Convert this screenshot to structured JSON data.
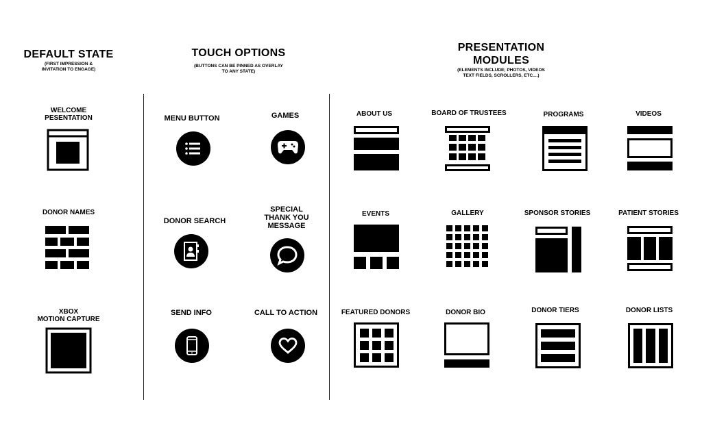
{
  "sections": {
    "default_state": {
      "title": "DEFAULT STATE",
      "subtitle_lines": [
        "(FIRST IMPRESSION &",
        "INVITATION TO ENGAGE)"
      ],
      "items": [
        {
          "label_lines": [
            "WELCOME",
            "PESENTATION"
          ],
          "icon": "welcome-presentation-icon"
        },
        {
          "label_lines": [
            "DONOR NAMES"
          ],
          "icon": "brick-wall-icon"
        },
        {
          "label_lines": [
            "XBOX",
            "MOTION CAPTURE"
          ],
          "icon": "motion-capture-icon"
        }
      ]
    },
    "touch_options": {
      "title": "TOUCH OPTIONS",
      "subtitle_lines": [
        "(BUTTONS CAN BE PINNED AS OVERLAY",
        "TO ANY STATE)"
      ],
      "items": [
        {
          "label_lines": [
            "MENU BUTTON"
          ],
          "icon": "menu-list-icon"
        },
        {
          "label_lines": [
            "GAMES"
          ],
          "icon": "gamepad-icon"
        },
        {
          "label_lines": [
            "DONOR SEARCH"
          ],
          "icon": "contact-book-icon"
        },
        {
          "label_lines": [
            "SPECIAL",
            "THANK YOU",
            "MESSAGE"
          ],
          "icon": "speech-bubble-icon"
        },
        {
          "label_lines": [
            "SEND INFO"
          ],
          "icon": "smartphone-icon"
        },
        {
          "label_lines": [
            "CALL TO ACTION"
          ],
          "icon": "heart-icon"
        }
      ]
    },
    "presentation_modules": {
      "title_lines": [
        "PRESENTATION",
        "MODULES"
      ],
      "subtitle_lines": [
        "(ELEMENTS INCLUDE; PHOTOS, VIDEOS",
        "TEXT FIELDS, SCROLLERS, ETC....)"
      ],
      "items": [
        {
          "label": "ABOUT US",
          "icon": "about-us-layout-icon"
        },
        {
          "label": "BOARD OF TRUSTEES",
          "icon": "board-grid-layout-icon"
        },
        {
          "label": "PROGRAMS",
          "icon": "programs-layout-icon"
        },
        {
          "label": "VIDEOS",
          "icon": "videos-layout-icon"
        },
        {
          "label": "EVENTS",
          "icon": "events-layout-icon"
        },
        {
          "label": "GALLERY",
          "icon": "gallery-grid-icon"
        },
        {
          "label": "SPONSOR STORIES",
          "icon": "sponsor-stories-layout-icon"
        },
        {
          "label": "PATIENT STORIES",
          "icon": "patient-stories-layout-icon"
        },
        {
          "label": "FEATURED DONORS",
          "icon": "featured-donors-grid-icon"
        },
        {
          "label": "DONOR BIO",
          "icon": "donor-bio-layout-icon"
        },
        {
          "label": "DONOR TIERS",
          "icon": "donor-tiers-layout-icon"
        },
        {
          "label": "DONOR LISTS",
          "icon": "donor-lists-layout-icon"
        }
      ]
    }
  }
}
